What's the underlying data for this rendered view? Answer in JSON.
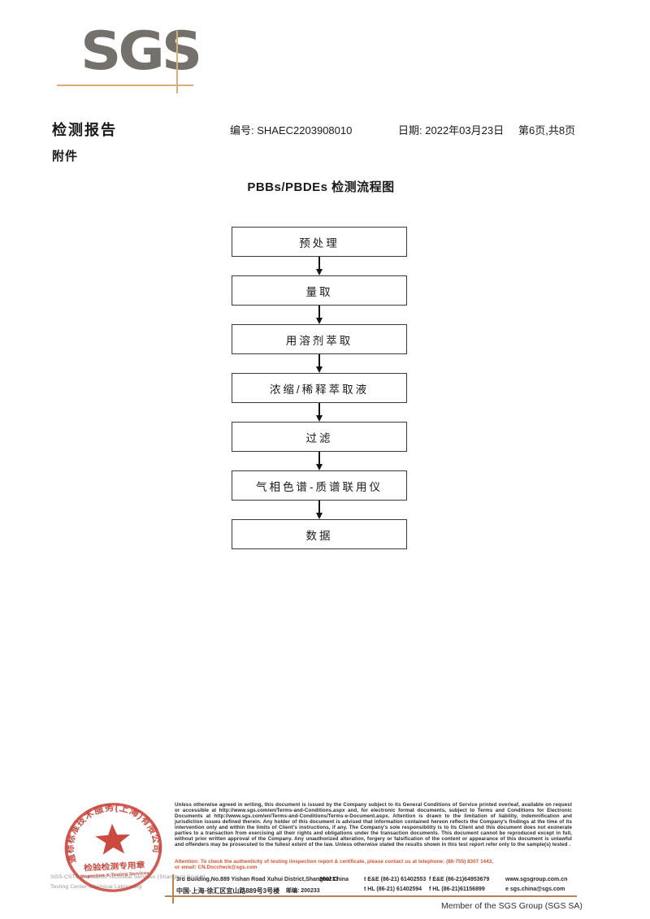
{
  "logo": {
    "text": "SGS"
  },
  "header": {
    "report_title": "检测报告",
    "report_no_label": "编号:",
    "report_no": "SHAEC2203908010",
    "date_label": "日期:",
    "date": "2022年03月23日",
    "page_info": "第6页,共8页",
    "attachment_label": "附件"
  },
  "flowchart": {
    "title": "PBBs/PBDEs 检测流程图",
    "steps": [
      "预处理",
      "量取",
      "用溶剂萃取",
      "浓缩/稀释萃取液",
      "过滤",
      "气相色谱-质谱联用仪",
      "数据"
    ]
  },
  "stamp": {
    "ring_text": "通标标准技术服务(上海)有限公司",
    "line1": "检验检测专用章",
    "line2": "Inspection & Testing Services",
    "company_en_1": "SGS-CSTC Standards Technical Services (Shanghai) Co.,Ltd.",
    "company_en_2": "Testing Center-Chemical Laboratory."
  },
  "footer": {
    "disclaimer": "Unless otherwise agreed in writing, this document is issued by the Company subject to its General Conditions of Service printed overleaf, available on request or accessible at http://www.sgs.com/en/Terms-and-Conditions.aspx and, for electronic format documents, subject to Terms and Conditions for Electronic Documents at http://www.sgs.com/en/Terms-and-Conditions/Terms-e-Document.aspx. Attention is drawn to the limitation of liability, indemnification and jurisdiction issues defined therein. Any holder of this document is advised that information contained hereon reflects the Company's findings at the time of its intervention only and within the limits of Client's instructions, if any. The Company's sole responsibility is to its Client and this document does not exonerate parties to a transaction from exercising all their rights and obligations under the transaction documents. This document cannot be reproduced except in full, without prior written approval of the Company. Any unauthorized alteration, forgery or falsification of the content or appearance of this document is unlawful and offenders may be prosecuted to the fullest extent of the law. Unless otherwise stated the results shown in this test report refer only to the sample(s) tested .",
    "attention_line1": "Attention: To check the authenticity of testing /inspection report & certificate, please contact us at telephone: (86-755) 8307 1443,",
    "attention_line2": "or email: CN.Doccheck@sgs.com",
    "address_en": "3rd Building,No.889 Yishan Road Xuhui District,Shanghai China",
    "postcode1": "200233",
    "phone1": "t E&E (86-21) 61402553",
    "fax1": "f E&E (86-21)64953679",
    "website": "www.sgsgroup.com.cn",
    "address_cn": "中国·上海·徐汇区宜山路889号3号楼",
    "postcode2_label": "邮编: 200233",
    "phone2": "t HL (86-21) 61402594",
    "fax2": "f HL (86-21)61156899",
    "email": "e  sgs.china@sgs.com",
    "member": "Member of the SGS Group (SGS SA)"
  },
  "colors": {
    "logo_gray": "#74716c",
    "crop_mark_orange": "#dcab76",
    "stamp_red": "#c63b30",
    "attention_red": "#d8502e",
    "footer_rule_orange": "#b9854d"
  }
}
